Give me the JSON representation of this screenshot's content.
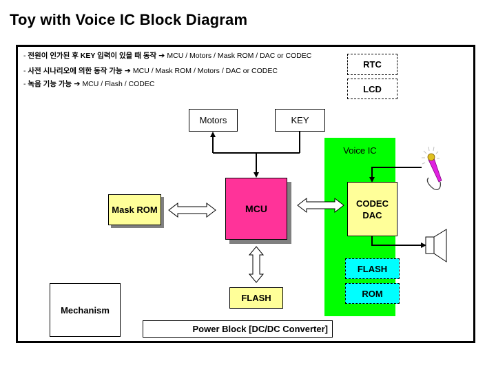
{
  "title": "Toy with Voice IC Block Diagram",
  "notes": [
    {
      "korean": "전원이 인가된 후 KEY 입력이 있을 때 동작",
      "components": "MCU / Motors / Mask ROM / DAC or CODEC"
    },
    {
      "korean": "사전 시나리오에 의한 동작 가능",
      "components": "MCU / Mask ROM / Motors / DAC or CODEC"
    },
    {
      "korean": "녹음 기능 가능",
      "components": "MCU / Flash / CODEC"
    }
  ],
  "note_prefix": "- ",
  "note_arrow": "➔",
  "blocks": {
    "rtc": "RTC",
    "lcd": "LCD",
    "motors": "Motors",
    "key": "KEY",
    "voice_ic": "Voice IC",
    "mask_rom": "Mask ROM",
    "mcu": "MCU",
    "codec": "CODEC",
    "dac": "DAC",
    "voice_flash": "FLASH",
    "voice_rom": "ROM",
    "flash": "FLASH",
    "mechanism": "Mechanism",
    "power_block": "Power Block [DC/DC Converter]"
  },
  "colors": {
    "mcu": "#ff3399",
    "voice_ic": "#00ff00",
    "memory_yellow": "#ffff99",
    "voice_memory": "#00ffff",
    "shadow": "#808080",
    "microphone": "#e020e0"
  }
}
